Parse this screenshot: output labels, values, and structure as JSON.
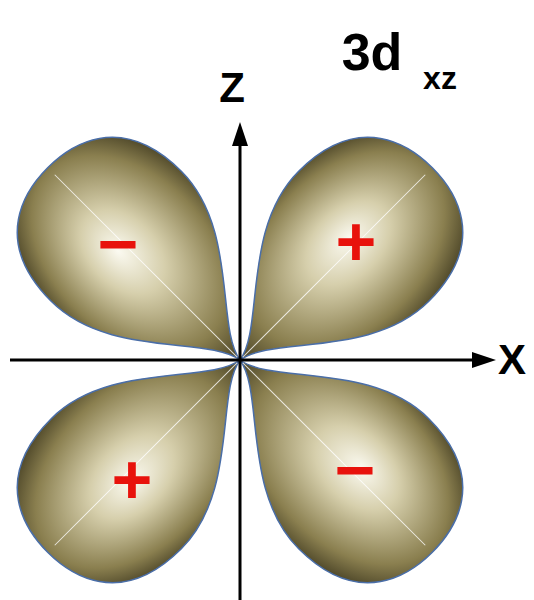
{
  "diagram": {
    "title": "3d",
    "labels": [
      "xz",
      "Z",
      "X",
      "+",
      "−",
      "+",
      "−"
    ]
  }
}
